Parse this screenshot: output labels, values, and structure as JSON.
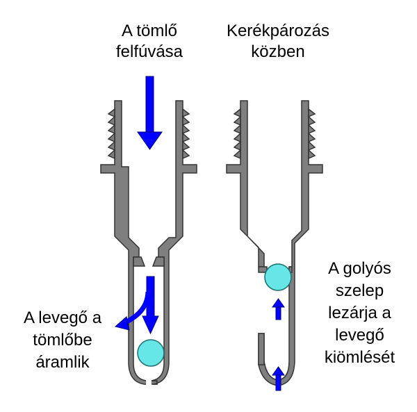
{
  "labels": {
    "title_left_line1": "A tömlő",
    "title_left_line2": "felfúvása",
    "title_right_line1": "Kerékpározás",
    "title_right_line2": "közben",
    "flow_line1": "A levegő a",
    "flow_line2": "tömlőbe",
    "flow_line3": "áramlik",
    "seal_line1": "A golyós",
    "seal_line2": "szelep",
    "seal_line3": "lezárja a",
    "seal_line4": "levegő",
    "seal_line5": "kiömlését"
  },
  "colors": {
    "valve_fill": "#7f7f7f",
    "valve_stroke": "#333333",
    "arrow": "#0000ff",
    "arrow_stroke": "#000080",
    "ball": "#66e6e6",
    "ball_stroke": "#1f6f6f"
  },
  "icons": {
    "left_ball": "ball-valve-open",
    "right_ball": "ball-valve-closed"
  }
}
